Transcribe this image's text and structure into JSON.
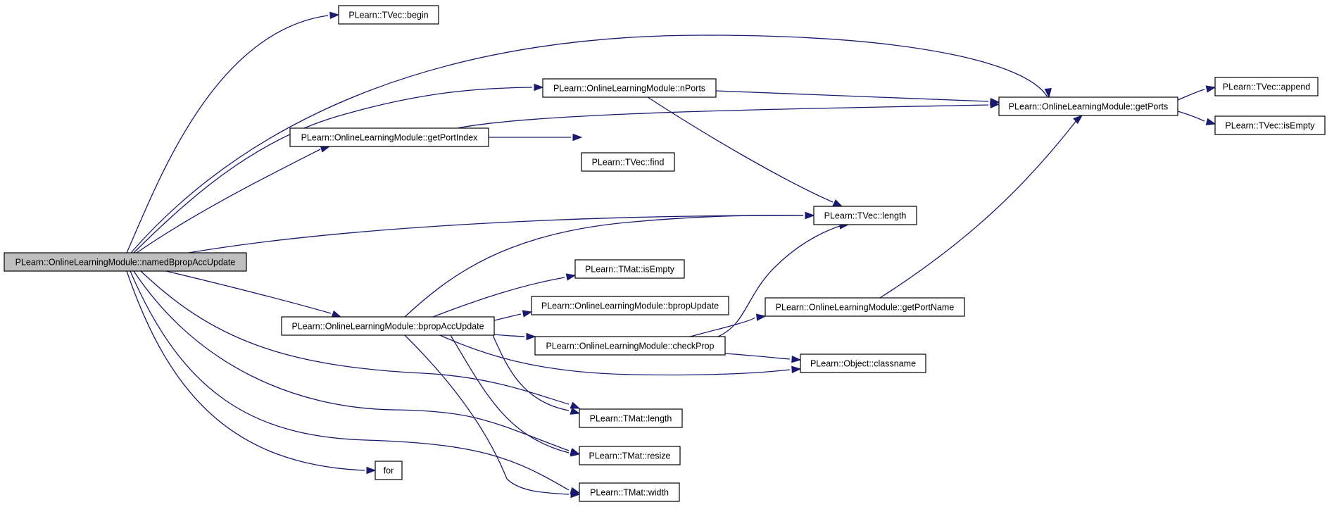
{
  "diagram": {
    "type": "call-graph",
    "root": "PLearn::OnlineLearningModule::namedBpropAccUpdate",
    "nodes": [
      {
        "id": "root",
        "label": "PLearn::OnlineLearningModule::namedBpropAccUpdate",
        "name": "node-named-bprop-acc-update"
      },
      {
        "id": "tvec_begin",
        "label": "PLearn::TVec::begin",
        "name": "node-tvec-begin"
      },
      {
        "id": "nports",
        "label": "PLearn::OnlineLearningModule::nPorts",
        "name": "node-nports"
      },
      {
        "id": "getportindex",
        "label": "PLearn::OnlineLearningModule::getPortIndex",
        "name": "node-get-port-index"
      },
      {
        "id": "tvec_find",
        "label": "PLearn::TVec::find",
        "name": "node-tvec-find"
      },
      {
        "id": "getports",
        "label": "PLearn::OnlineLearningModule::getPorts",
        "name": "node-get-ports"
      },
      {
        "id": "tvec_append",
        "label": "PLearn::TVec::append",
        "name": "node-tvec-append"
      },
      {
        "id": "tvec_isempty",
        "label": "PLearn::TVec::isEmpty",
        "name": "node-tvec-is-empty"
      },
      {
        "id": "tvec_length",
        "label": "PLearn::TVec::length",
        "name": "node-tvec-length"
      },
      {
        "id": "tmat_isempty",
        "label": "PLearn::TMat::isEmpty",
        "name": "node-tmat-is-empty"
      },
      {
        "id": "bpropupdate",
        "label": "PLearn::OnlineLearningModule::bpropUpdate",
        "name": "node-bprop-update"
      },
      {
        "id": "bpropaccupdate",
        "label": "PLearn::OnlineLearningModule::bpropAccUpdate",
        "name": "node-bprop-acc-update"
      },
      {
        "id": "checkprop",
        "label": "PLearn::OnlineLearningModule::checkProp",
        "name": "node-check-prop"
      },
      {
        "id": "getportname",
        "label": "PLearn::OnlineLearningModule::getPortName",
        "name": "node-get-port-name"
      },
      {
        "id": "classname",
        "label": "PLearn::Object::classname",
        "name": "node-object-classname"
      },
      {
        "id": "tmat_length",
        "label": "PLearn::TMat::length",
        "name": "node-tmat-length"
      },
      {
        "id": "tmat_resize",
        "label": "PLearn::TMat::resize",
        "name": "node-tmat-resize"
      },
      {
        "id": "tmat_width",
        "label": "PLearn::TMat::width",
        "name": "node-tmat-width"
      },
      {
        "id": "for",
        "label": "for",
        "name": "node-for"
      }
    ],
    "edges": [
      {
        "from": "root",
        "to": "tvec_begin"
      },
      {
        "from": "root",
        "to": "getports"
      },
      {
        "from": "root",
        "to": "nports"
      },
      {
        "from": "root",
        "to": "getportindex"
      },
      {
        "from": "root",
        "to": "tvec_length"
      },
      {
        "from": "root",
        "to": "bpropaccupdate"
      },
      {
        "from": "root",
        "to": "tmat_length"
      },
      {
        "from": "root",
        "to": "tmat_resize"
      },
      {
        "from": "root",
        "to": "tmat_width"
      },
      {
        "from": "root",
        "to": "for"
      },
      {
        "from": "nports",
        "to": "getports"
      },
      {
        "from": "nports",
        "to": "tvec_length"
      },
      {
        "from": "getportindex",
        "to": "getports"
      },
      {
        "from": "getportindex",
        "to": "tvec_find"
      },
      {
        "from": "getports",
        "to": "tvec_append"
      },
      {
        "from": "getports",
        "to": "tvec_isempty"
      },
      {
        "from": "bpropaccupdate",
        "to": "tvec_length"
      },
      {
        "from": "bpropaccupdate",
        "to": "tmat_isempty"
      },
      {
        "from": "bpropaccupdate",
        "to": "bpropupdate"
      },
      {
        "from": "bpropaccupdate",
        "to": "checkprop"
      },
      {
        "from": "bpropaccupdate",
        "to": "classname"
      },
      {
        "from": "bpropaccupdate",
        "to": "tmat_length"
      },
      {
        "from": "bpropaccupdate",
        "to": "tmat_resize"
      },
      {
        "from": "bpropaccupdate",
        "to": "tmat_width"
      },
      {
        "from": "checkprop",
        "to": "tvec_length"
      },
      {
        "from": "checkprop",
        "to": "getportname"
      },
      {
        "from": "checkprop",
        "to": "classname"
      },
      {
        "from": "getportname",
        "to": "getports"
      }
    ]
  },
  "colors": {
    "edge": "#191970",
    "node_border": "#000000",
    "node_fill": "#ffffff",
    "root_fill": "#bfbfbf"
  }
}
